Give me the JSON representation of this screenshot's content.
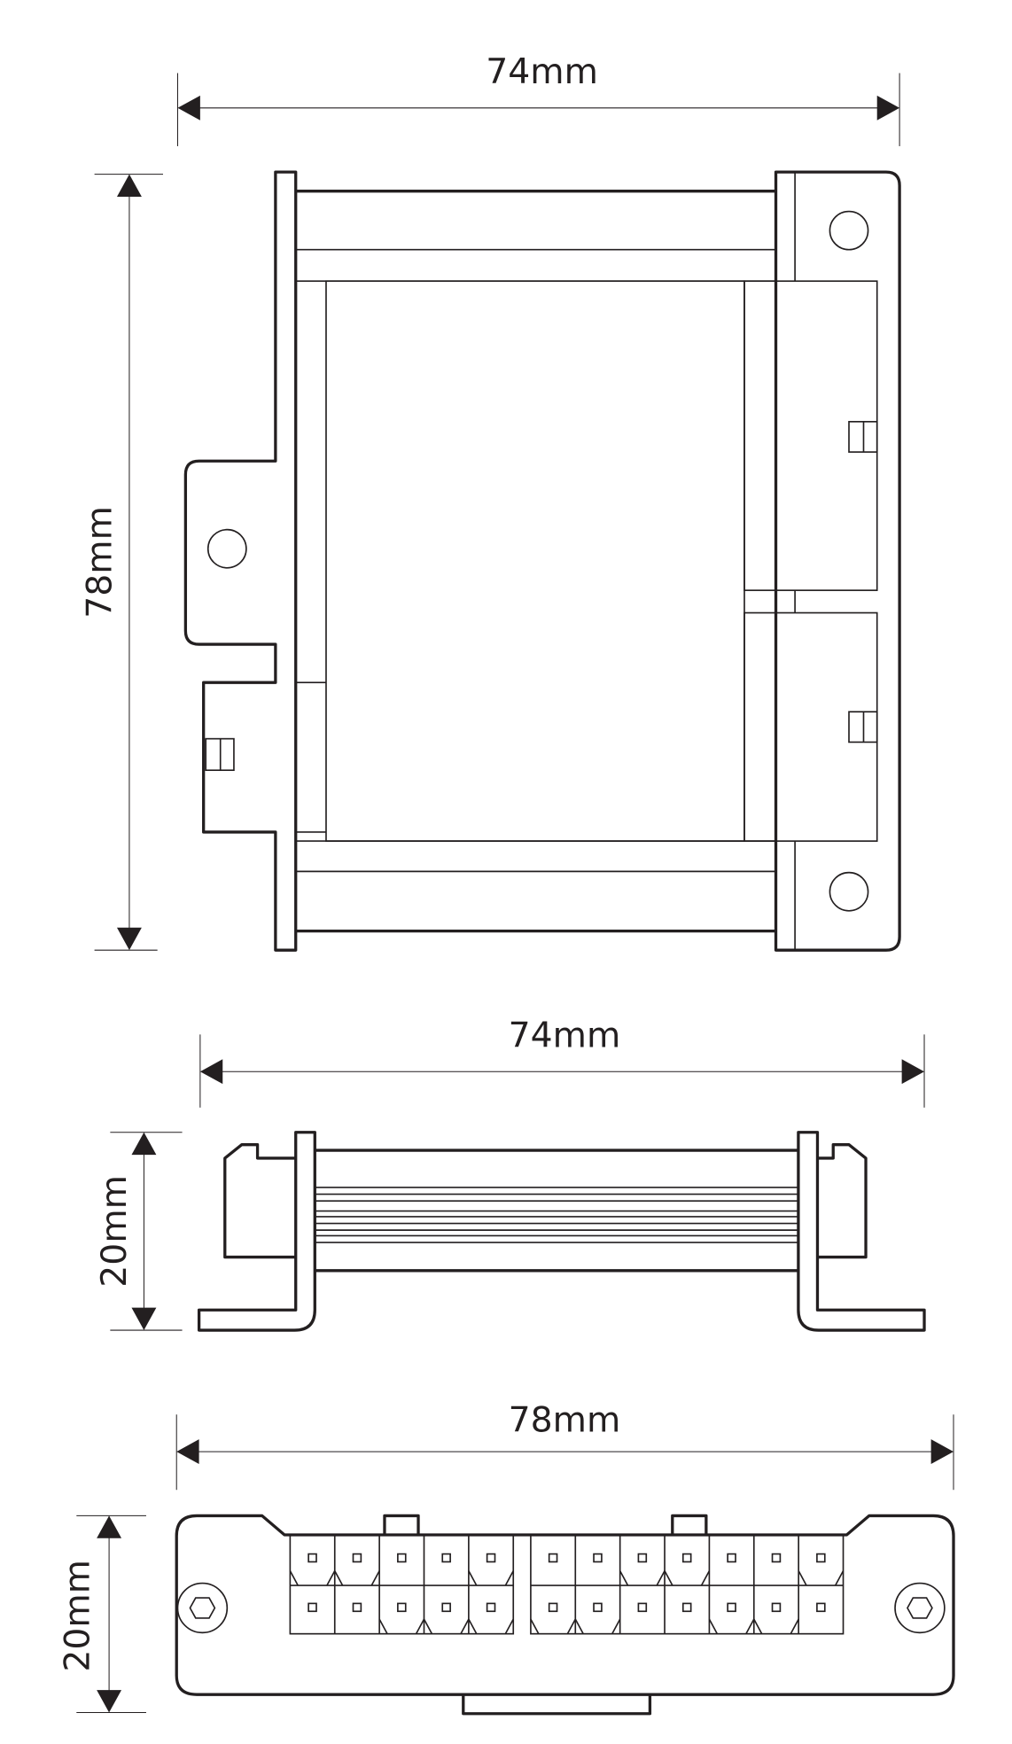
{
  "top_view": {
    "width_label": "74mm",
    "height_label": "78mm"
  },
  "side_view": {
    "width_label": "74mm",
    "height_label": "20mm"
  },
  "front_view": {
    "width_label": "78mm",
    "height_label": "20mm"
  },
  "colors": {
    "line": "#231f20",
    "background": "#ffffff"
  }
}
